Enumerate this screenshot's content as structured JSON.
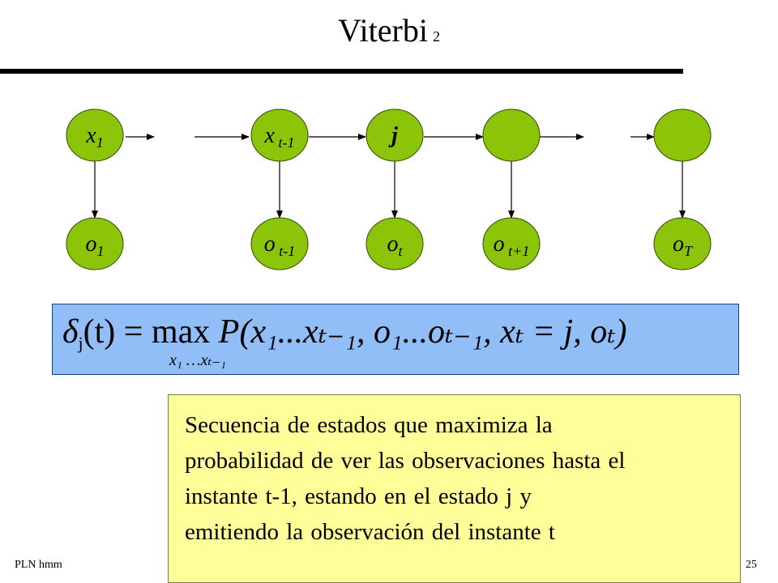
{
  "title": {
    "text": "Viterbi",
    "number": "2"
  },
  "diagram": {
    "states": [
      {
        "label": "x",
        "sub": "1"
      },
      {
        "label": "x",
        "sub": " t-1"
      },
      {
        "label": "j",
        "sub": ""
      },
      {
        "label": "",
        "sub": ""
      },
      {
        "label": "",
        "sub": ""
      }
    ],
    "observations": [
      {
        "label": "o",
        "sub": "1"
      },
      {
        "label": "o",
        "sub": " t-1"
      },
      {
        "label": "o",
        "sub": "t"
      },
      {
        "label": "o",
        "sub": " t+1"
      },
      {
        "label": "o",
        "sub": "T"
      }
    ],
    "colors": {
      "state_fill": "#8cc40a",
      "observation_fill": "#8cc40a",
      "node_stroke": "#2e4d00"
    }
  },
  "formula": {
    "delta": "δ",
    "delta_sub": "j",
    "lhs_rest": "(t) = max ",
    "rhs": "P(x₁...xₜ₋₁, o₁...oₜ₋₁, xₜ = j, oₜ)",
    "max_under": "x₁ …xₜ₋₁",
    "box_color": "#92bef7"
  },
  "note": {
    "lines": [
      "Secuencia de estados que maximiza la",
      "probabilidad de ver las observaciones hasta el",
      "instante t-1, estando en el  estado j y",
      "emitiendo la observación del instante t"
    ],
    "box_color": "#ffff99"
  },
  "footer": {
    "left": "PLN  hmm",
    "right": "25"
  }
}
